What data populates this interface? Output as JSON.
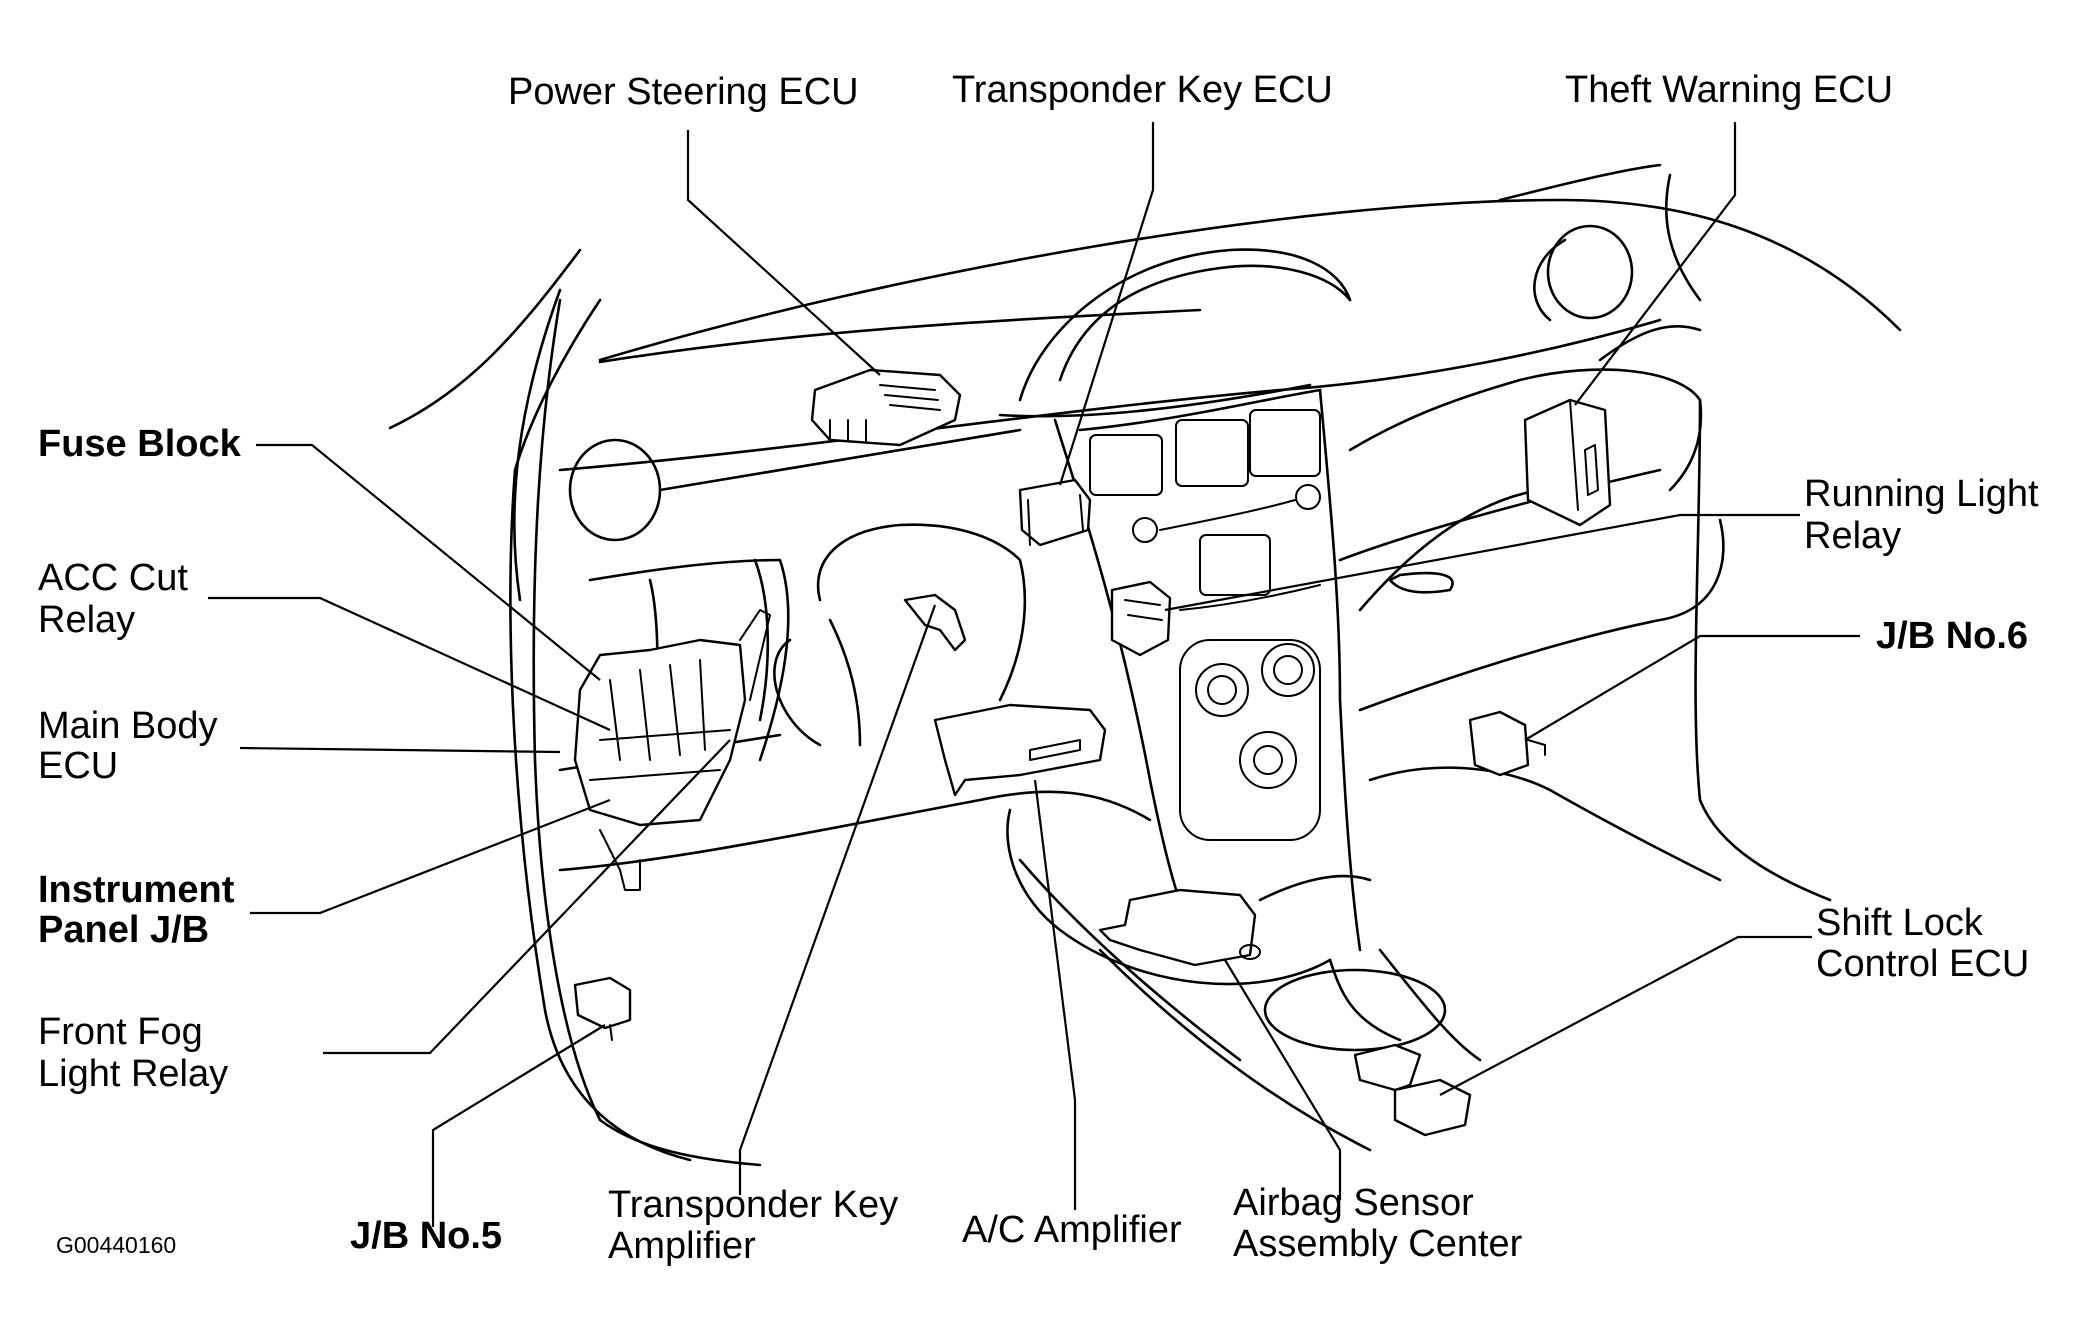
{
  "figure_id": "G00440160",
  "labels": {
    "power_steering_ecu": "Power Steering ECU",
    "transponder_key_ecu": "Transponder Key ECU",
    "theft_warning_ecu": "Theft Warning ECU",
    "fuse_block": "Fuse Block",
    "running_light_relay_1": "Running Light",
    "running_light_relay_2": "Relay",
    "acc_cut_relay_1": "ACC Cut",
    "acc_cut_relay_2": "Relay",
    "jb_no6": "J/B No.6",
    "main_body_ecu_1": "Main Body",
    "main_body_ecu_2": "ECU",
    "instrument_panel_jb_1": "Instrument",
    "instrument_panel_jb_2": "Panel J/B",
    "shift_lock_ecu_1": "Shift Lock",
    "shift_lock_ecu_2": "Control ECU",
    "front_fog_relay_1": "Front Fog",
    "front_fog_relay_2": "Light Relay",
    "jb_no5": "J/B No.5",
    "transponder_key_amp_1": "Transponder Key",
    "transponder_key_amp_2": "Amplifier",
    "ac_amplifier": "A/C Amplifier",
    "airbag_sensor_1": "Airbag Sensor",
    "airbag_sensor_2": "Assembly Center"
  }
}
